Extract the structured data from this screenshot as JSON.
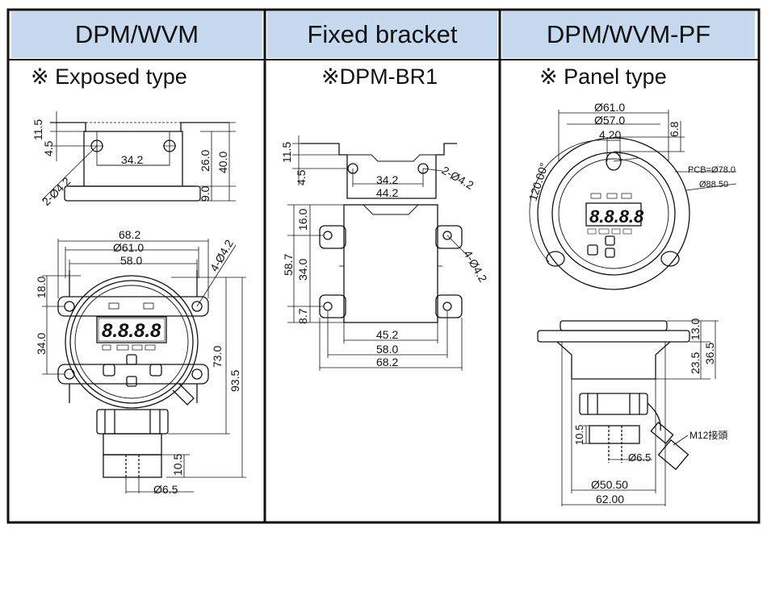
{
  "headers": [
    "DPM/WVM",
    "Fixed bracket",
    "DPM/WVM-PF"
  ],
  "subtitles": [
    "※  Exposed type",
    "※DPM-BR1",
    "※  Panel type"
  ],
  "exposed": {
    "side_dims": [
      "11.5",
      "4.5",
      "34.2",
      "2-Ø4.2",
      "26.0",
      "40.0",
      "9.0"
    ],
    "front_dims": [
      "68.2",
      "Ø61.0",
      "58.0",
      "4-Ø4.2",
      "18.0",
      "34.0",
      "73.0",
      "93.5",
      "10.5",
      "Ø6.5"
    ]
  },
  "bracket": {
    "dims": [
      "11.5",
      "4.5",
      "34.2",
      "44.2",
      "2-Ø4.2",
      "16.0",
      "58.7",
      "34.0",
      "8.7",
      "4-Ø4.2",
      "45.2",
      "58.0",
      "68.2"
    ]
  },
  "panel": {
    "front_dims": [
      "Ø61.0",
      "Ø57.0",
      "4.20",
      "6.8",
      "120.00°",
      "PCB=Ø78.0",
      "Ø88.50"
    ],
    "side_dims": [
      "13.0",
      "36.5",
      "23.5",
      "10.5",
      "Ø6.5",
      "M12接頭",
      "Ø50.50",
      "62.00"
    ]
  },
  "display": {
    "digits": "8.8.8.8"
  }
}
